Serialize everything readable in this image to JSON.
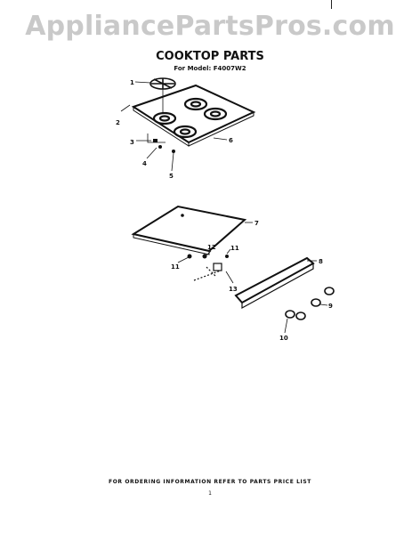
{
  "watermark": "AppliancePartsPros.com",
  "title": "COOKTOP PARTS",
  "subtitle": "For Model: F4007W2",
  "footer": "FOR ORDERING INFORMATION REFER TO PARTS PRICE LIST",
  "page_number": "1",
  "callouts": {
    "c1": "1",
    "c2": "2",
    "c3": "3",
    "c4": "4",
    "c5": "5",
    "c6": "6",
    "c7": "7",
    "c8": "8",
    "c9": "9",
    "c10": "10",
    "c11a": "11",
    "c11b": "11",
    "c12": "12",
    "c13": "13"
  }
}
